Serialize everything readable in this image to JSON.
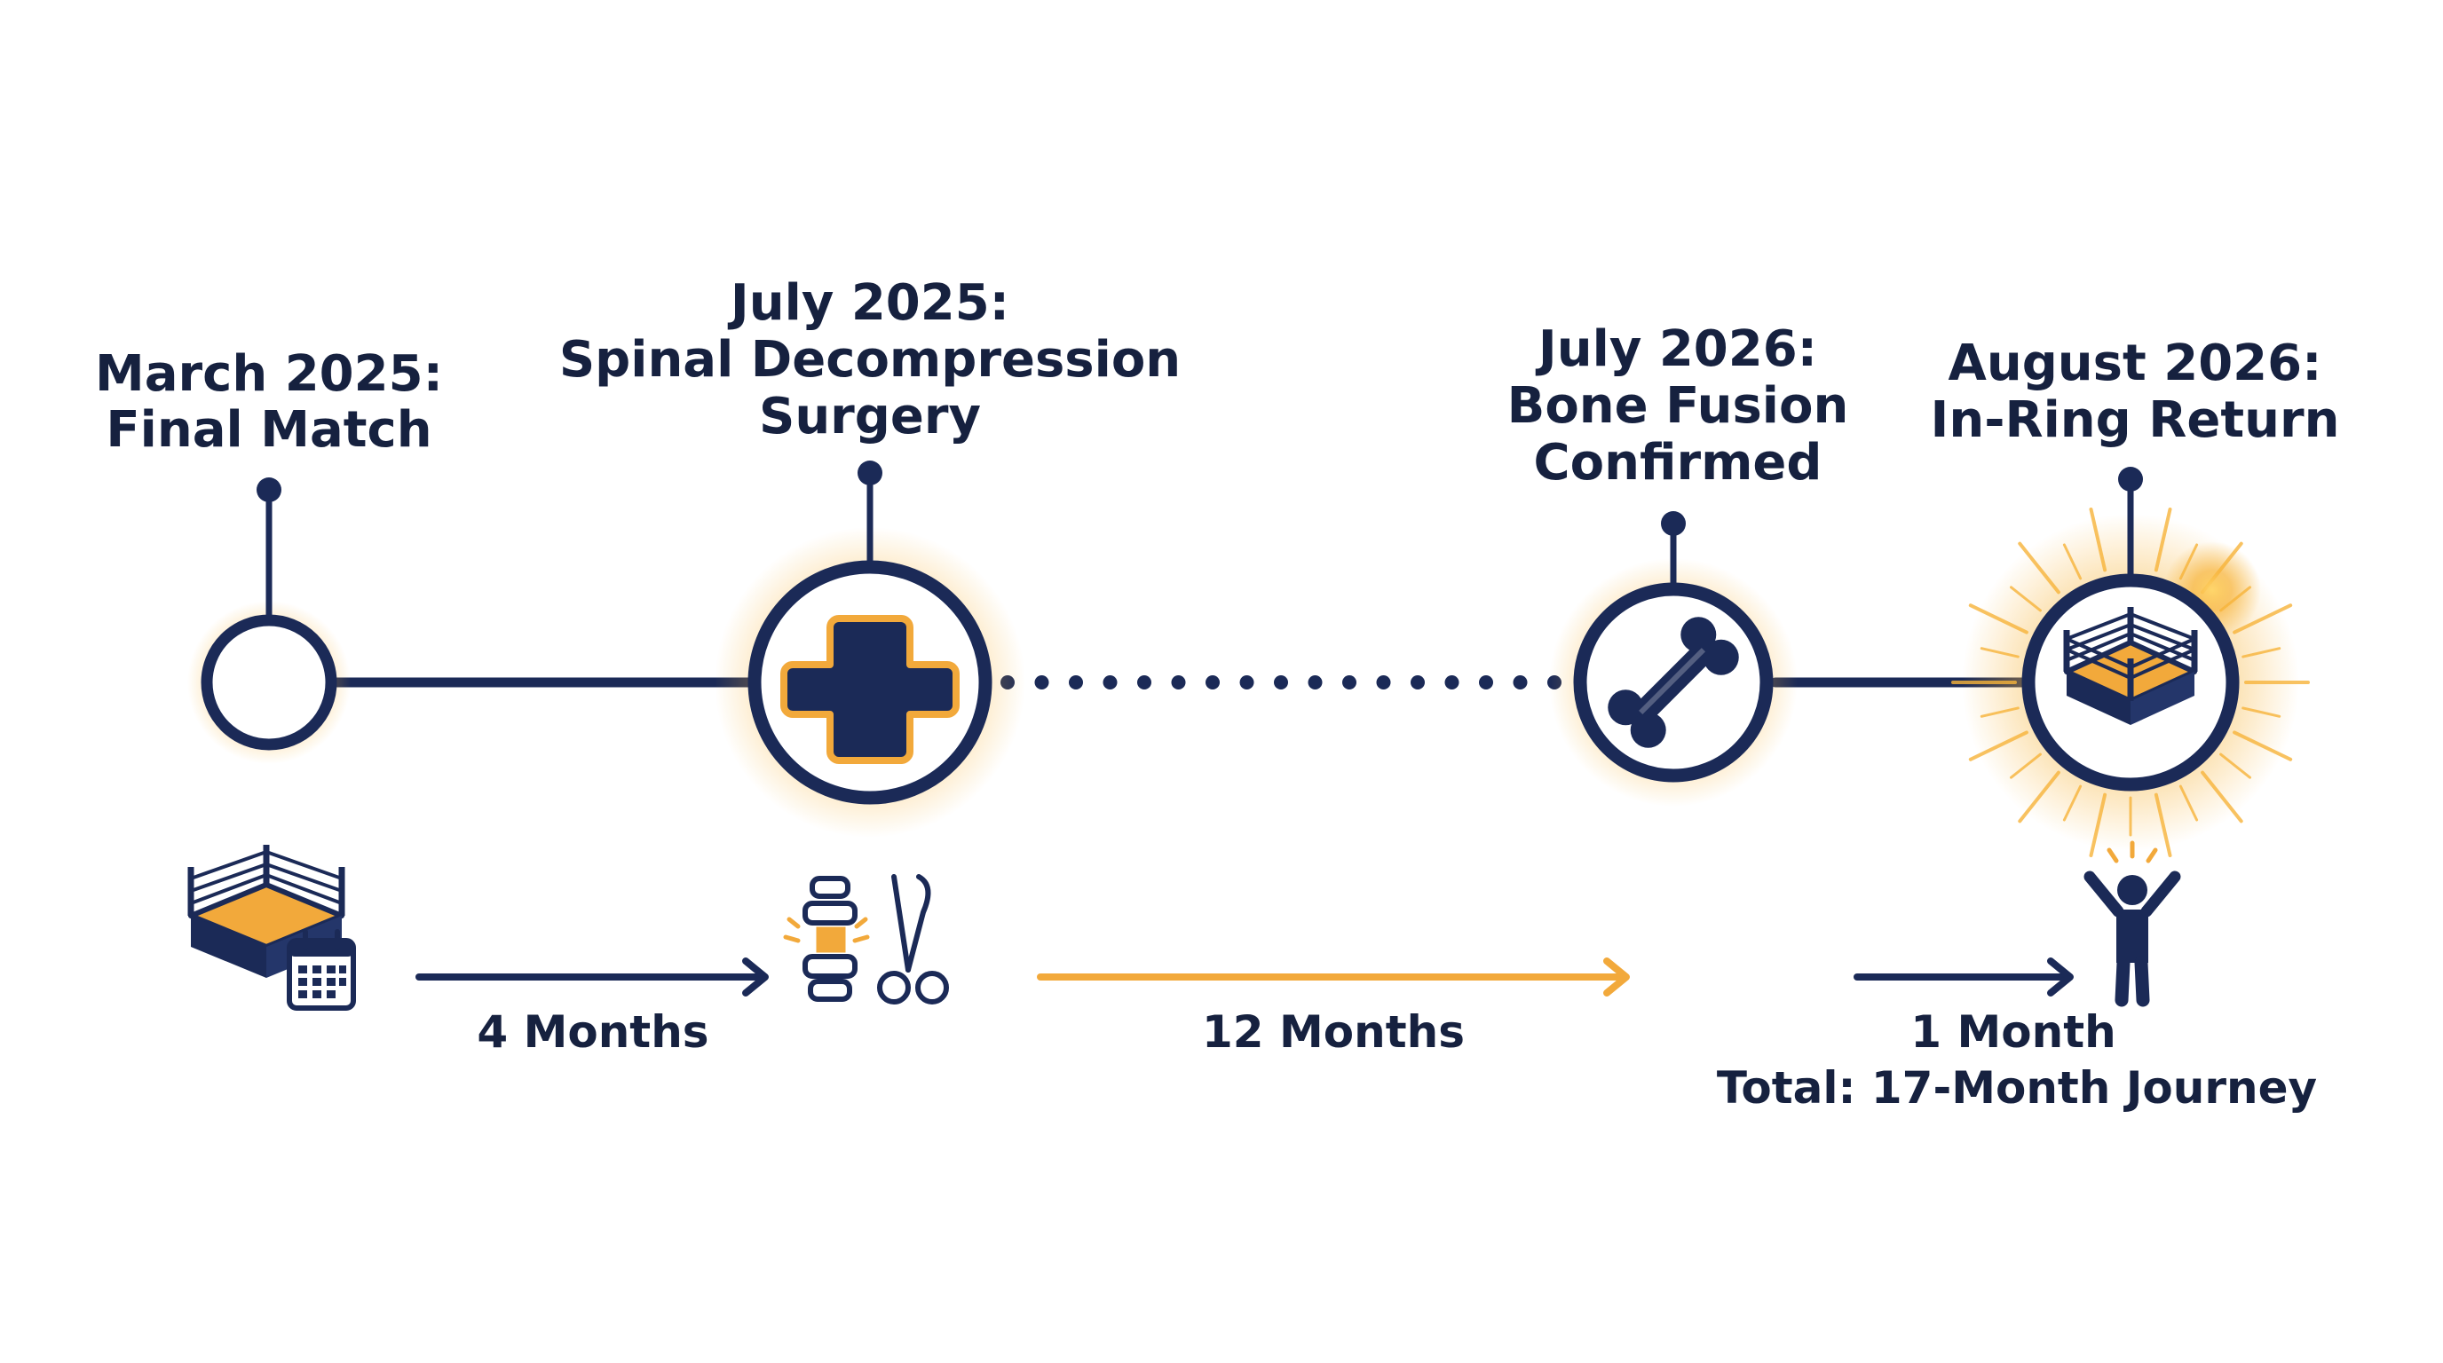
{
  "colors": {
    "navy": "#1b2a57",
    "gold": "#f2a93b",
    "glow": "#f7b43a",
    "text": "#16213f",
    "white": "#ffffff"
  },
  "milestones": [
    {
      "id": "final-match",
      "date": "March 2025:",
      "lines": [
        "Final Match"
      ],
      "icon": "none"
    },
    {
      "id": "surgery",
      "date": "July 2025:",
      "lines": [
        "Spinal Decompression",
        "Surgery"
      ],
      "icon": "medical-cross-icon"
    },
    {
      "id": "fusion",
      "date": "July 2026:",
      "lines": [
        "Bone Fusion",
        "Confirmed"
      ],
      "icon": "bone-icon"
    },
    {
      "id": "return",
      "date": "August 2026:",
      "lines": [
        "In-Ring Return"
      ],
      "icon": "wrestling-ring-icon"
    }
  ],
  "durations": [
    {
      "id": "d1",
      "label": "4 Months",
      "arrow_color": "navy"
    },
    {
      "id": "d2",
      "label": "12 Months",
      "arrow_color": "gold"
    },
    {
      "id": "d3",
      "label": "1 Month",
      "arrow_color": "navy"
    }
  ],
  "total": "Total: 17-Month Journey",
  "lower_icons": [
    "ring-calendar-icon",
    "spine-scissors-icon",
    "celebrating-person-icon"
  ]
}
